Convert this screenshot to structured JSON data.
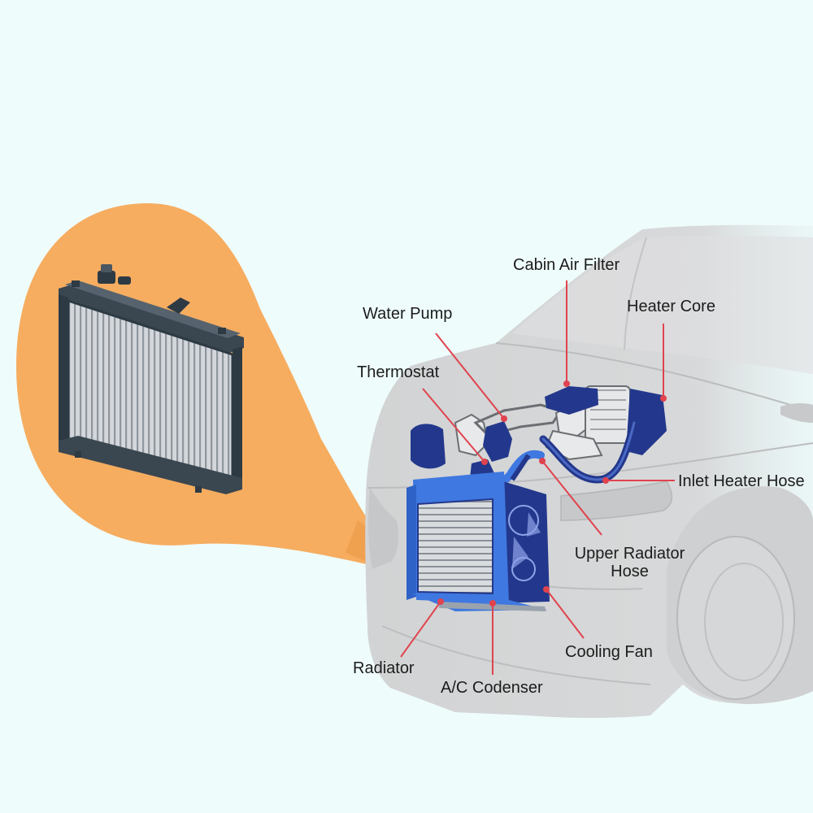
{
  "colors": {
    "background": "#effcfc",
    "car_body": "#d4d5d6",
    "car_line": "#b9babb",
    "zoom_bubble": "#f6ad60",
    "component_light": "#3f78e0",
    "component_dark": "#23388c",
    "leader_line": "#e0434e",
    "radiator_frame": "#2d3a44",
    "radiator_fins": "#c9cdd2"
  },
  "labels": {
    "cabin_air_filter": "Cabin Air Filter",
    "heater_core": "Heater Core",
    "water_pump": "Water Pump",
    "thermostat": "Thermostat",
    "inlet_heater_hose": "Inlet Heater Hose",
    "upper_radiator_hose_line1": "Upper Radiator",
    "upper_radiator_hose_line2": "Hose",
    "cooling_fan": "Cooling Fan",
    "radiator": "Radiator",
    "ac_condenser": "A/C Codenser"
  }
}
